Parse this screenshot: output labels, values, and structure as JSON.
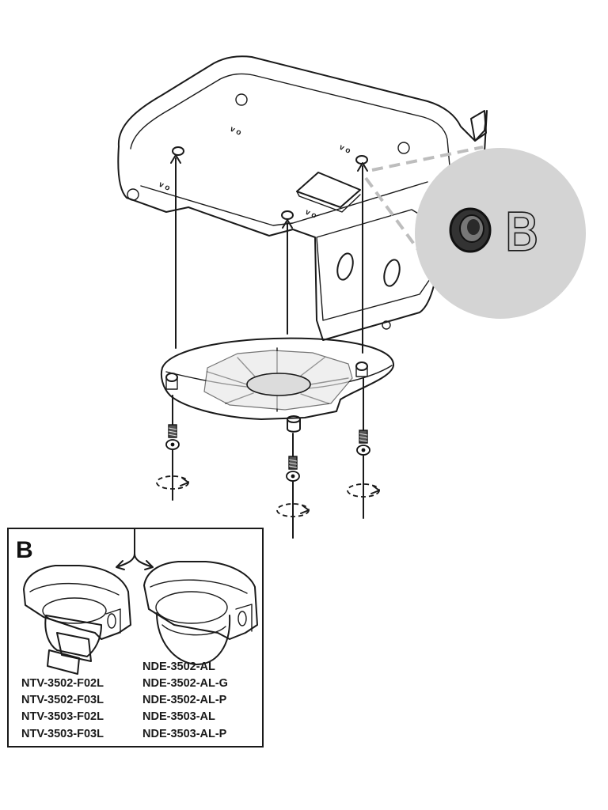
{
  "callout": {
    "letter": "B"
  },
  "panel": {
    "letter": "B",
    "left_models": [
      "NTV-3502-F02L",
      "NTV-3502-F03L",
      "NTV-3503-F02L",
      "NTV-3503-F03L"
    ],
    "right_models": [
      "NDE-3502-AL",
      "NDE-3502-AL-G",
      "NDE-3502-AL-P",
      "NDE-3503-AL",
      "NDE-3503-AL-P"
    ]
  },
  "colors": {
    "line": "#1a1a1a",
    "callout_fill": "#d4d4d4",
    "plate_fill": "#dcdcdc",
    "dashed": "#bdbdbd"
  },
  "icons": [
    "ceiling-mount-housing",
    "mounting-plate",
    "screw",
    "rotation-arrow",
    "bidirectional-arrow",
    "bullet-camera",
    "dome-camera",
    "grommet"
  ]
}
